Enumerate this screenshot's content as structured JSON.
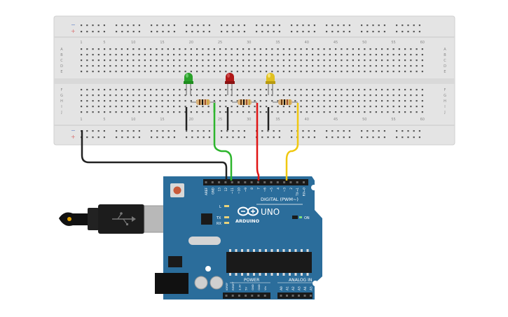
{
  "breadboard": {
    "column_numbers": [
      "1",
      "5",
      "10",
      "15",
      "20",
      "25",
      "30",
      "35",
      "40",
      "45",
      "50",
      "55",
      "60"
    ],
    "row_letters_top": [
      "A",
      "B",
      "C",
      "D",
      "E"
    ],
    "row_letters_bottom": [
      "F",
      "G",
      "H",
      "I",
      "J"
    ],
    "rail_minus": "−",
    "rail_plus": "+"
  },
  "leds": [
    {
      "name": "green-led",
      "color": "#2aa12a"
    },
    {
      "name": "red-led",
      "color": "#b01818"
    },
    {
      "name": "yellow-led",
      "color": "#e0c020"
    }
  ],
  "wires": {
    "ground": "#222222",
    "green": "#2db52d",
    "red": "#e01515",
    "yellow": "#f0c810"
  },
  "arduino": {
    "brand": "ARDUINO",
    "model": "UNO",
    "digital_label": "DIGITAL (PWM~)",
    "power_label": "POWER",
    "analog_label": "ANALOG IN",
    "on_label": "ON",
    "led_l": "L",
    "led_tx": "TX",
    "led_rx": "RX",
    "digital_pins": [
      "AREF",
      "GND",
      "13",
      "12",
      "~11",
      "~10",
      "~9",
      "8",
      "7",
      "~6",
      "~5",
      "4",
      "~3",
      "2",
      "TX→1",
      "RX←0"
    ],
    "power_pins": [
      "IOREF",
      "RESET",
      "3.3V",
      "5V",
      "GND",
      "GND",
      "Vin"
    ],
    "analog_pins": [
      "A0",
      "A1",
      "A2",
      "A3",
      "A4",
      "A5"
    ],
    "board_color": "#2b6d9b"
  }
}
